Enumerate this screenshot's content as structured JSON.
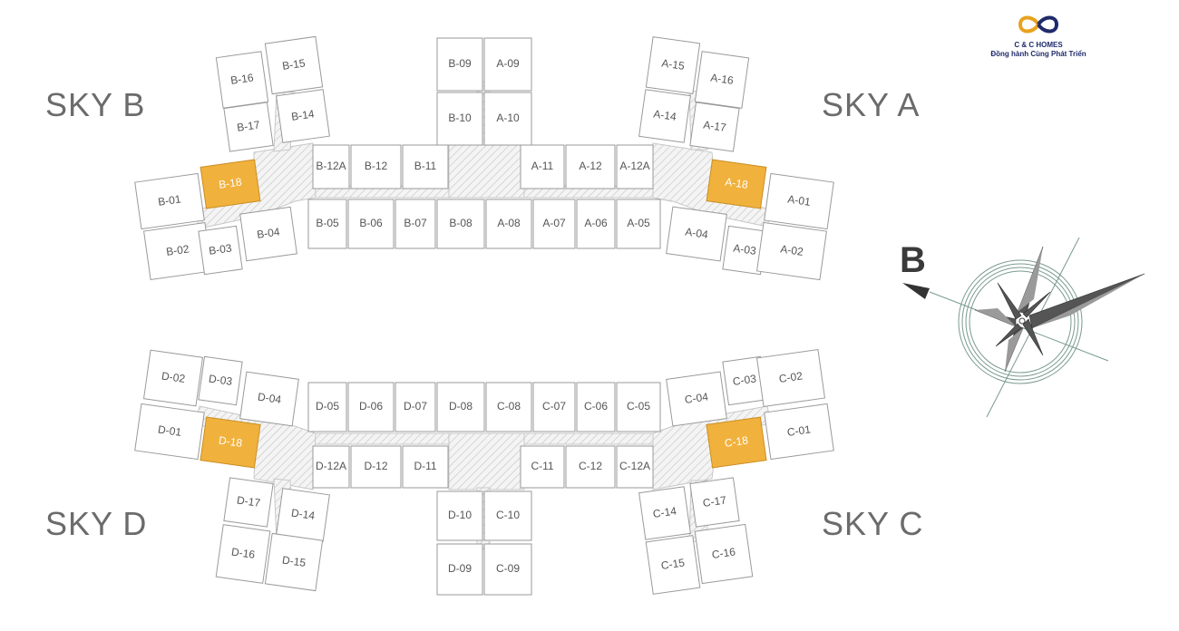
{
  "logo": {
    "name": "C & C HOMES",
    "slogan": "Đồng hành Cùng Phát Triển",
    "colors": [
      "#e8a21e",
      "#1f2a6b"
    ]
  },
  "blocks": [
    {
      "label": "SKY B"
    },
    {
      "label": "SKY A"
    },
    {
      "label": "SKY D"
    },
    {
      "label": "SKY C"
    }
  ],
  "compass": {
    "label": "B"
  },
  "highlight_color": "#f1b13d",
  "units": [
    {
      "id": "B-09"
    },
    {
      "id": "A-09"
    },
    {
      "id": "B-10"
    },
    {
      "id": "A-10"
    },
    {
      "id": "B-12A"
    },
    {
      "id": "B-12"
    },
    {
      "id": "B-11"
    },
    {
      "id": "A-11"
    },
    {
      "id": "A-12"
    },
    {
      "id": "A-12A"
    },
    {
      "id": "B-05"
    },
    {
      "id": "B-06"
    },
    {
      "id": "B-07"
    },
    {
      "id": "B-08"
    },
    {
      "id": "A-08"
    },
    {
      "id": "A-07"
    },
    {
      "id": "A-06"
    },
    {
      "id": "A-05"
    },
    {
      "id": "B-16"
    },
    {
      "id": "B-15"
    },
    {
      "id": "B-17"
    },
    {
      "id": "B-14"
    },
    {
      "id": "B-18",
      "highlight": true
    },
    {
      "id": "B-01"
    },
    {
      "id": "B-02"
    },
    {
      "id": "B-03"
    },
    {
      "id": "B-04"
    },
    {
      "id": "A-15"
    },
    {
      "id": "A-16"
    },
    {
      "id": "A-14"
    },
    {
      "id": "A-17"
    },
    {
      "id": "A-18",
      "highlight": true
    },
    {
      "id": "A-01"
    },
    {
      "id": "A-04"
    },
    {
      "id": "A-03"
    },
    {
      "id": "A-02"
    },
    {
      "id": "D-05"
    },
    {
      "id": "D-06"
    },
    {
      "id": "D-07"
    },
    {
      "id": "D-08"
    },
    {
      "id": "C-08"
    },
    {
      "id": "C-07"
    },
    {
      "id": "C-06"
    },
    {
      "id": "C-05"
    },
    {
      "id": "D-12A"
    },
    {
      "id": "D-12"
    },
    {
      "id": "D-11"
    },
    {
      "id": "C-11"
    },
    {
      "id": "C-12"
    },
    {
      "id": "C-12A"
    },
    {
      "id": "D-10"
    },
    {
      "id": "C-10"
    },
    {
      "id": "D-09"
    },
    {
      "id": "C-09"
    },
    {
      "id": "D-02"
    },
    {
      "id": "D-03"
    },
    {
      "id": "D-04"
    },
    {
      "id": "D-01"
    },
    {
      "id": "D-18",
      "highlight": true
    },
    {
      "id": "D-17"
    },
    {
      "id": "D-14"
    },
    {
      "id": "D-16"
    },
    {
      "id": "D-15"
    },
    {
      "id": "C-04"
    },
    {
      "id": "C-03"
    },
    {
      "id": "C-02"
    },
    {
      "id": "C-01"
    },
    {
      "id": "C-18",
      "highlight": true
    },
    {
      "id": "C-14"
    },
    {
      "id": "C-17"
    },
    {
      "id": "C-15"
    },
    {
      "id": "C-16"
    }
  ]
}
